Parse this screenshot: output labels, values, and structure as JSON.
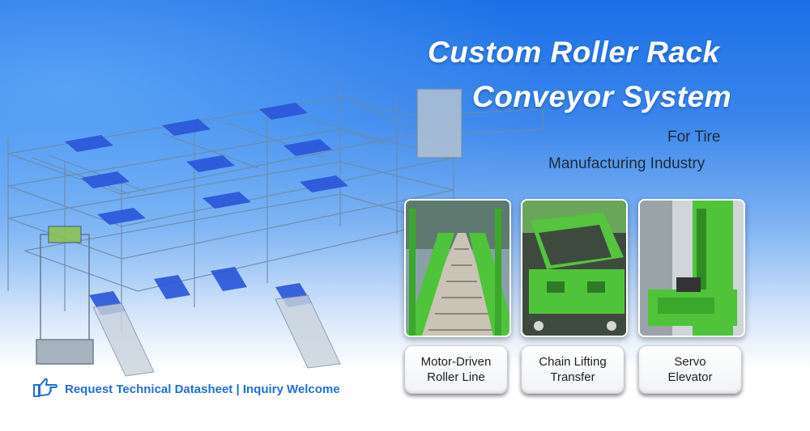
{
  "headline": {
    "line1": "Custom Roller Rack",
    "line2": "Conveyor System"
  },
  "subheadline": {
    "line1": "For Tire",
    "line2": "Manufacturing Industry"
  },
  "features": [
    {
      "line1": "Motor-Driven",
      "line2": "Roller Line",
      "photo": "motor-driven-roller-line-photo"
    },
    {
      "line1": "Chain Lifting",
      "line2": "Transfer",
      "photo": "chain-lifting-transfer-photo"
    },
    {
      "line1": "Servo",
      "line2": "Elevator",
      "photo": "servo-elevator-photo"
    }
  ],
  "cta": {
    "text": "Request Technical Datasheet | Inquiry Welcome",
    "icon": "hand-pointing-icon"
  },
  "colors": {
    "accent_blue": "#1f6fd6",
    "machine_green": "#4fc43a",
    "panel_blue": "#2a55d9"
  }
}
